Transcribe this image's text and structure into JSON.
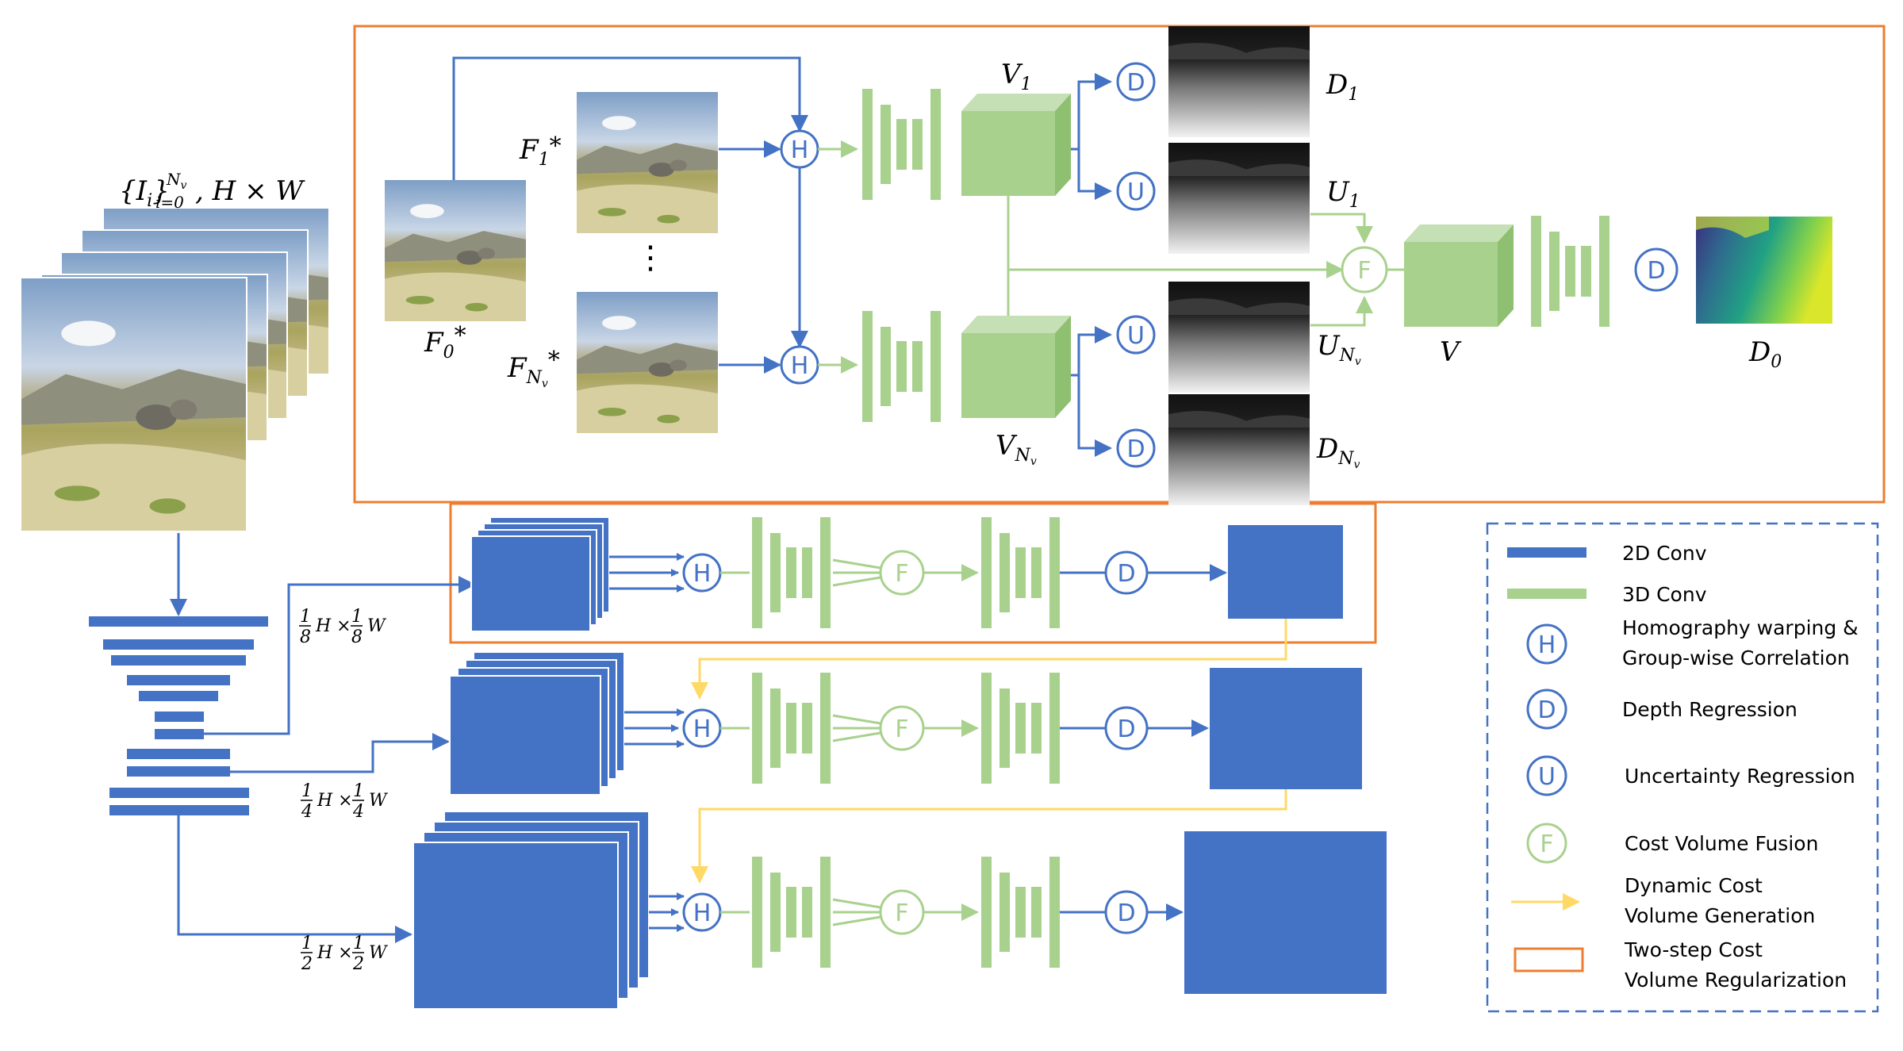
{
  "colors": {
    "blue": "#4472C4",
    "green": "#A9D18E",
    "orange": "#ED7D31",
    "yellow": "#FFD966",
    "legend_border": "#4472C4"
  },
  "labels": {
    "input": "{I",
    "input_sub": "i",
    "input_sup": "N",
    "input_sup_sub": "v",
    "input_range": "i=0",
    "input_size": ", H × W",
    "f0": "F",
    "f0_sub": "0",
    "f1": "F",
    "f1_sub": "1",
    "fn": "F",
    "fn_sub": "N",
    "fn_subsub": "v",
    "star": "*",
    "v1": "V",
    "v1_sub": "1",
    "vn": "V",
    "vn_sub": "N",
    "vn_subsub": "v",
    "v": "V",
    "d1": "D",
    "d1_sub": "1",
    "u1": "U",
    "u1_sub": "1",
    "un": "U",
    "un_sub": "N",
    "un_subsub": "v",
    "dn": "D",
    "dn_sub": "N",
    "dn_subsub": "v",
    "d0": "D",
    "d0_sub": "0",
    "dots": "⋮",
    "scale_1_8": "H × W",
    "scale_1_8_frac": "1/8",
    "scale_1_4_frac": "1/4",
    "scale_1_2_frac": "1/2"
  },
  "nodes": {
    "h": "H",
    "d": "D",
    "u": "U",
    "f": "F"
  },
  "legend": {
    "items": [
      {
        "label": "2D Conv"
      },
      {
        "label": "3D Conv"
      },
      {
        "label": "Homography warping &",
        "label2": "Group-wise Correlation"
      },
      {
        "label": "Depth Regression"
      },
      {
        "label": "Uncertainty Regression"
      },
      {
        "label": "Cost Volume Fusion"
      },
      {
        "label": "Dynamic Cost",
        "label2": "Volume Generation"
      },
      {
        "label": "Two-step Cost",
        "label2": "Volume Regularization"
      }
    ]
  }
}
